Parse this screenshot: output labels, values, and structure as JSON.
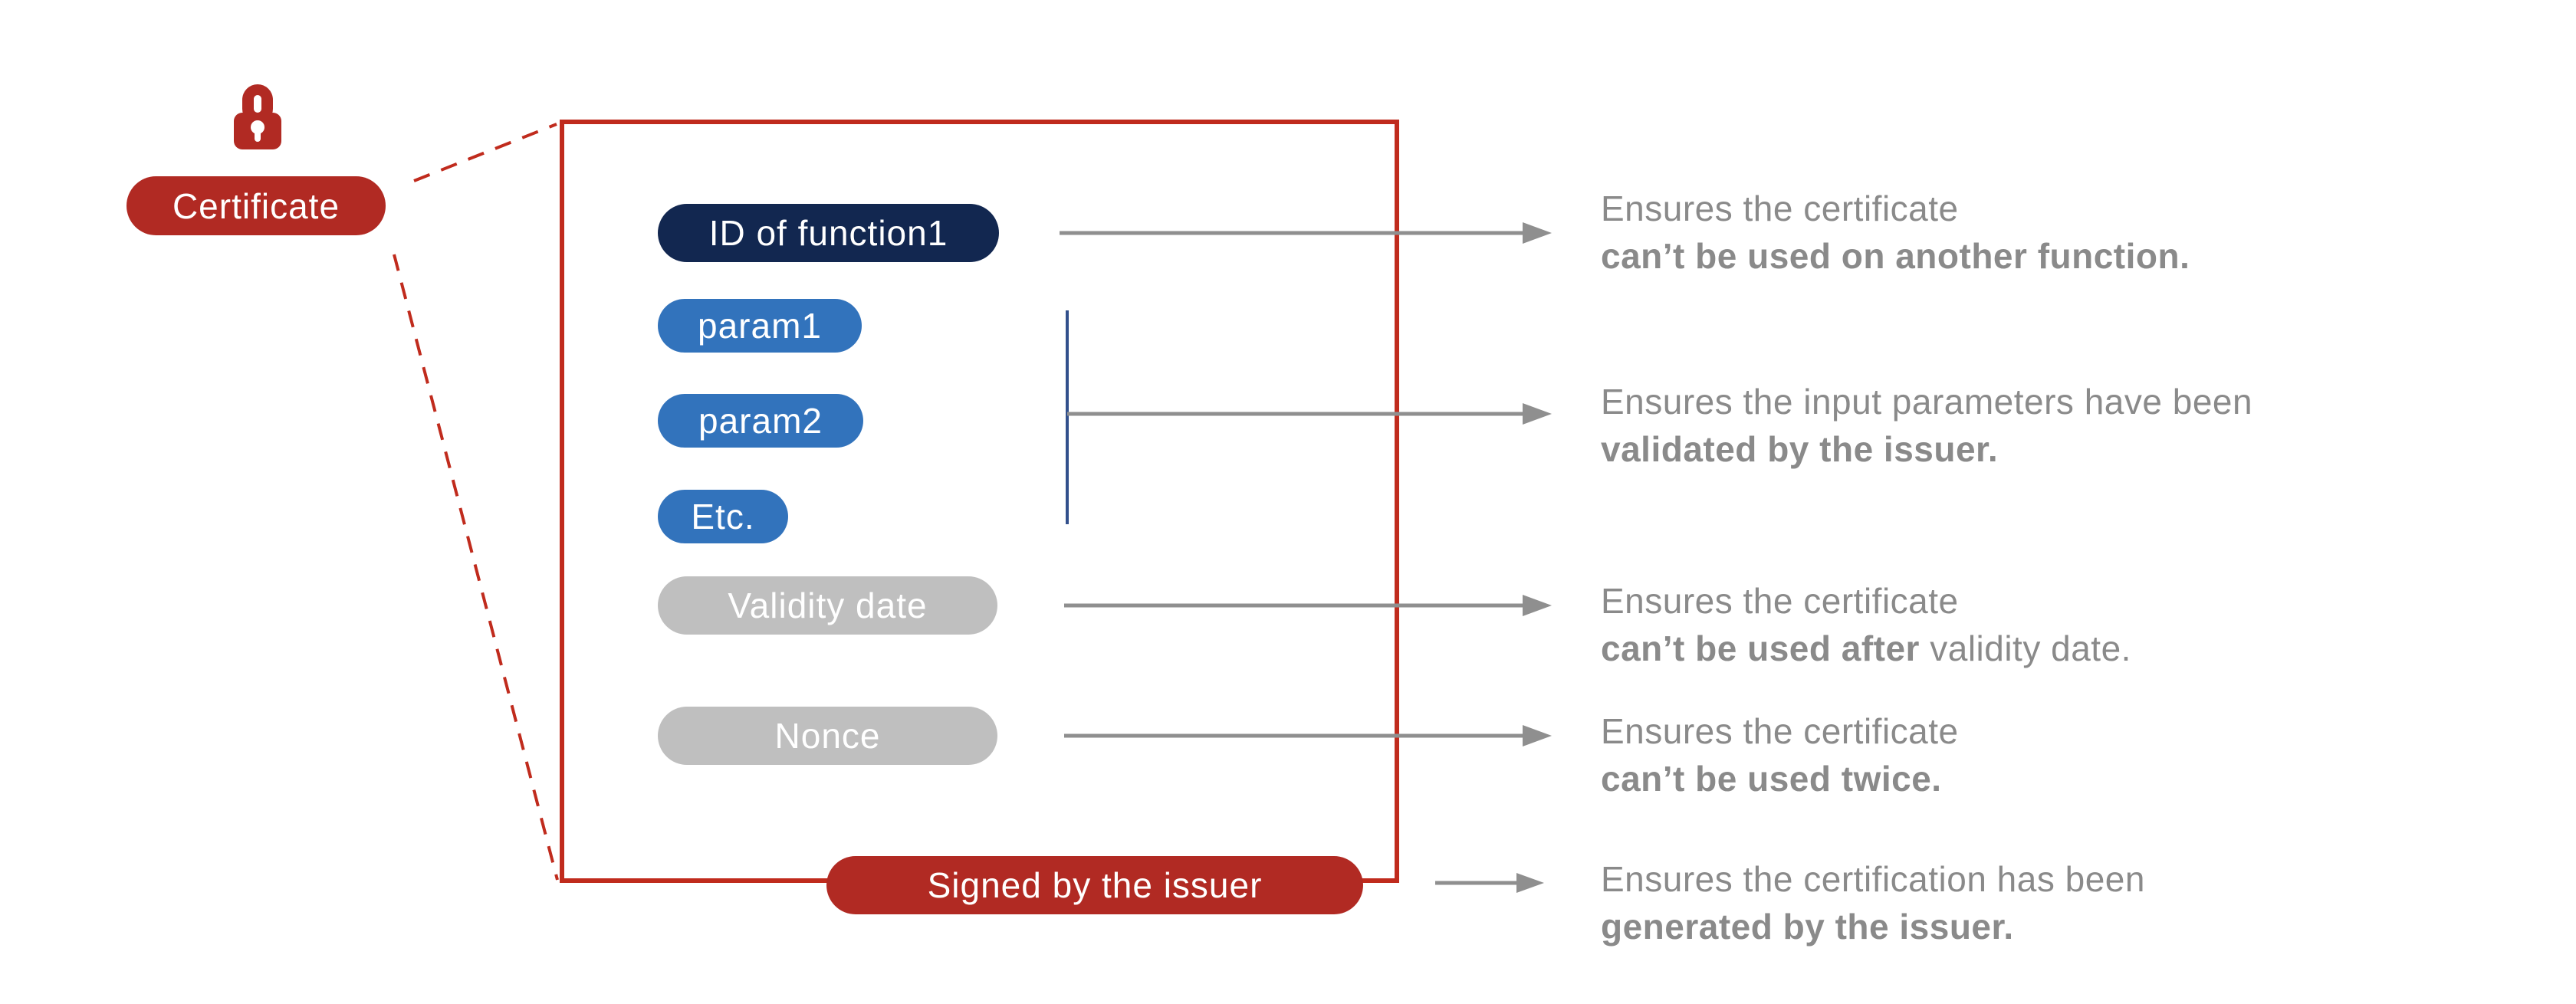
{
  "colors": {
    "red": "#b12a23",
    "line-red": "#c02b1d",
    "navy": "#122750",
    "blue": "#3273bc",
    "pill-gray": "#bfbfbf",
    "text-gray": "#8a8a8a",
    "arrow-gray": "#8f8f8f",
    "bracket-blue": "#32508c",
    "bg": "#ffffff"
  },
  "icons": {
    "lock": "padlock"
  },
  "certificate": {
    "label": "Certificate"
  },
  "box": {
    "fields": [
      {
        "label": "ID of function1"
      },
      {
        "label": "param1"
      },
      {
        "label": "param2"
      },
      {
        "label": "Etc."
      },
      {
        "label": "Validity date"
      },
      {
        "label": "Nonce"
      }
    ],
    "signed_label": "Signed by the issuer"
  },
  "annotations": [
    {
      "line1": "Ensures the certificate",
      "bold": "can’t be used on another function.",
      "rest": ""
    },
    {
      "line1": "Ensures the input parameters have been",
      "bold": "validated by the issuer.",
      "rest": ""
    },
    {
      "line1": "Ensures the certificate",
      "bold": "can’t be used after",
      "rest": " validity date."
    },
    {
      "line1": "Ensures the certificate",
      "bold": "can’t be used twice.",
      "rest": ""
    },
    {
      "line1": "Ensures the certification has been",
      "bold": "generated by the issuer.",
      "rest": ""
    }
  ]
}
